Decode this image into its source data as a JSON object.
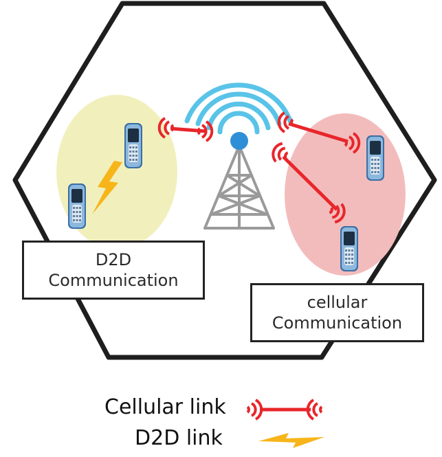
{
  "diagram": {
    "d2d_box": {
      "line1": "D2D",
      "line2": "Communication"
    },
    "cellular_box": {
      "line1": "cellular",
      "line2": "Communication"
    }
  },
  "legend": {
    "cellular_link_label": "Cellular link",
    "d2d_link_label": "D2D link"
  },
  "colors": {
    "d2d_zone": "#f1f0bd",
    "cellular_zone": "#f3bcbc",
    "cellular_link": "#e8262b",
    "d2d_link": "#f7b51a",
    "tower": "#9a9a9a",
    "signal_arcs": "#59c3e8",
    "hexagon": "#1e1e1e"
  },
  "icons": [
    "base-station-tower-icon",
    "mobile-phone-icon",
    "lightning-bolt-icon",
    "antenna-wave-icon"
  ]
}
